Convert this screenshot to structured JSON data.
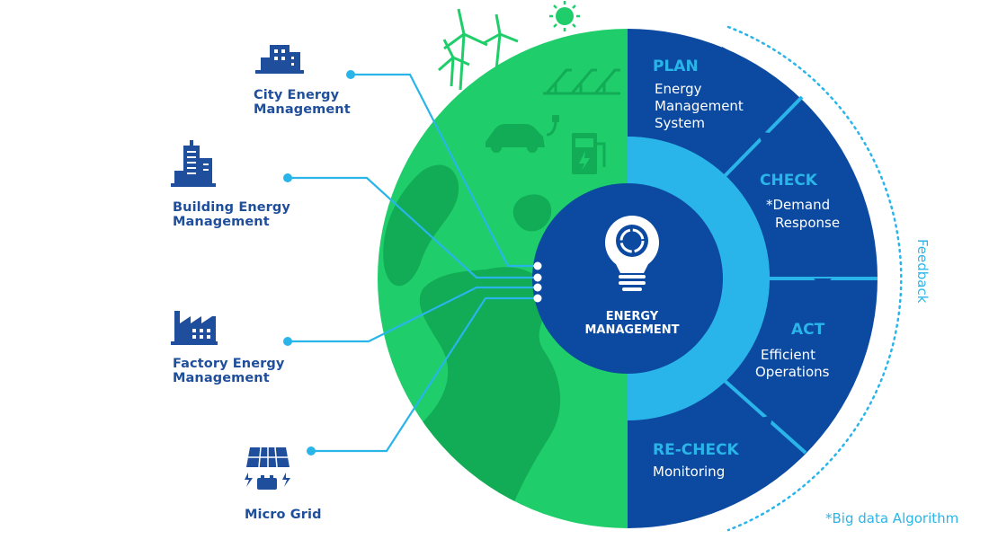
{
  "center": {
    "line1": "ENERGY",
    "line2": "MANAGEMENT"
  },
  "categories": [
    {
      "id": "city",
      "line1": "City Energy",
      "line2": "Management",
      "icon": "city-icon"
    },
    {
      "id": "building",
      "line1": "Building Energy",
      "line2": "Management",
      "icon": "building-icon"
    },
    {
      "id": "factory",
      "line1": "Factory Energy",
      "line2": "Management",
      "icon": "factory-icon"
    },
    {
      "id": "microgrid",
      "line1": "Micro Grid",
      "line2": "",
      "icon": "solar-panel-battery-icon"
    }
  ],
  "cycle": {
    "plan": {
      "title": "PLAN",
      "lines": [
        "Energy",
        "Management",
        "System"
      ]
    },
    "check": {
      "title": "CHECK",
      "lines": [
        "*Demand",
        "Response"
      ]
    },
    "act": {
      "title": "ACT",
      "lines": [
        "Efficient",
        "Operations"
      ]
    },
    "recheck": {
      "title": "RE-CHECK",
      "lines": [
        "Monitoring"
      ]
    }
  },
  "feedback_label": "Feedback",
  "footnote": "*Big data Algorithm",
  "colors": {
    "green": "#1fce6b",
    "green_dark": "#11ac55",
    "navy": "#0b4aa0",
    "navy_dark": "#08408c",
    "sky": "#2ab5ea",
    "label": "#1f4f9c"
  }
}
